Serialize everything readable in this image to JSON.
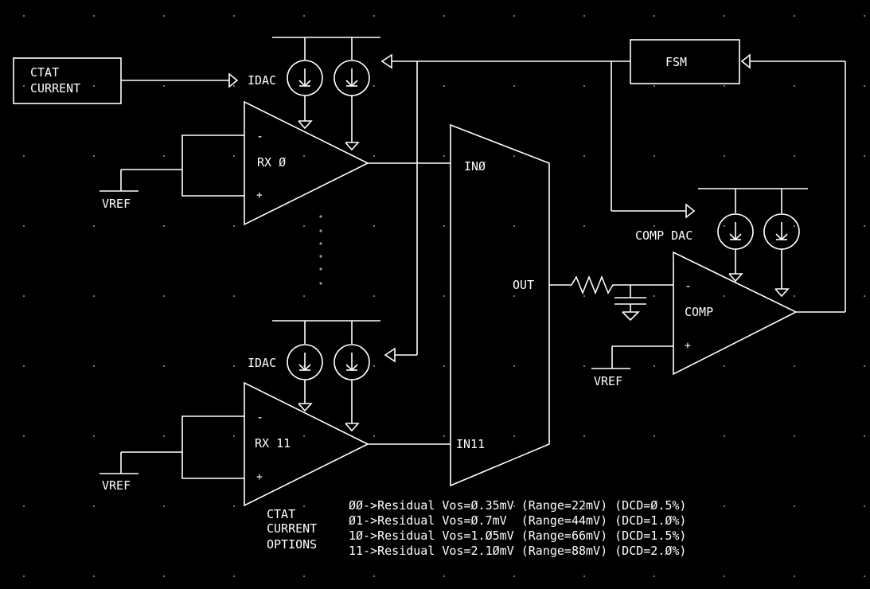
{
  "blocks": {
    "ctat_current": [
      "CTAT",
      "CURRENT"
    ],
    "fsm": "FSM",
    "idac_top": "IDAC",
    "idac_bottom": "IDAC",
    "rx0": "RX Ø",
    "rx11": "RX 11",
    "comp": "COMP",
    "comp_dac": "COMP DAC",
    "vref": "VREF",
    "mux_in0": "INØ",
    "mux_in11": "IN11",
    "mux_out": "OUT",
    "minus": "-",
    "plus": "+"
  },
  "ctat_options": {
    "title": [
      "CTAT",
      "CURRENT",
      "OPTIONS"
    ],
    "lines": [
      "ØØ->Residual Vos=Ø.35mV (Range=22mV) (DCD=Ø.5%)",
      "Ø1->Residual Vos=Ø.7mV  (Range=44mV) (DCD=1.Ø%)",
      "1Ø->Residual Vos=1.Ø5mV (Range=66mV) (DCD=1.5%)",
      "11->Residual Vos=2.1ØmV (Range=88mV) (DCD=2.Ø%)"
    ]
  },
  "colors": {
    "background": "#000000",
    "wire": "#ffffff",
    "grid_dot": "#9a9a9a"
  }
}
